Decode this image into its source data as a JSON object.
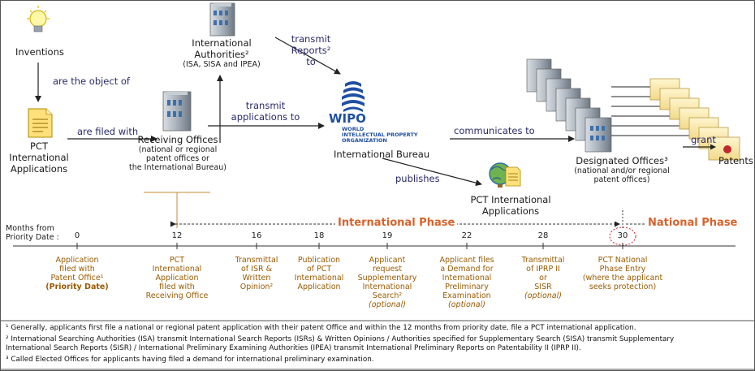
{
  "nodes": {
    "inventions": "Inventions",
    "pct_app": [
      "PCT",
      "International",
      "Applications"
    ],
    "authorities": [
      "International",
      "Authorities²",
      "(ISA, SISA and IPEA)"
    ],
    "receiving": [
      "Receiving Offices",
      "(national or regional",
      "patent offices or",
      "the International Bureau)"
    ],
    "wipo_logo": [
      "WIPO",
      "WORLD",
      "INTELLECTUAL PROPERTY",
      "ORGANIZATION"
    ],
    "bureau": "International Bureau",
    "pct_pub": [
      "PCT International",
      "Applications"
    ],
    "designated": [
      "Designated Offices³",
      "(national and/or regional",
      "patent offices)"
    ],
    "patents": "Patents"
  },
  "edges": {
    "object_of": "are the object of",
    "filed_with": "are filed with",
    "transmit_apps": [
      "transmit",
      "applications to"
    ],
    "transmit_reports": [
      "transmit",
      "Reports²",
      "to"
    ],
    "communicates": "communicates to",
    "publishes": "publishes",
    "grant": "grant"
  },
  "timeline": {
    "months_label": [
      "Months from",
      "Priority Date :"
    ],
    "international_phase": "International Phase",
    "national_phase": "National Phase",
    "ticks": [
      {
        "month": "0",
        "lines": [
          "Application",
          "filed with",
          "Patent Office¹"
        ],
        "bold": "(Priority Date)",
        "italic": ""
      },
      {
        "month": "12",
        "lines": [
          "PCT",
          "International",
          "Application",
          "filed with",
          "Receiving Office"
        ],
        "bold": "",
        "italic": ""
      },
      {
        "month": "16",
        "lines": [
          "Transmittal",
          "of ISR &",
          "Written",
          "Opinion²"
        ],
        "bold": "",
        "italic": ""
      },
      {
        "month": "18",
        "lines": [
          "Publication",
          "of PCT",
          "International",
          "Application"
        ],
        "bold": "",
        "italic": ""
      },
      {
        "month": "19",
        "lines": [
          "Applicant",
          "request",
          "Supplementary",
          "International",
          "Search²"
        ],
        "bold": "",
        "italic": "(optional)"
      },
      {
        "month": "22",
        "lines": [
          "Applicant files",
          "a Demand for",
          "International",
          "Preliminary",
          "Examination"
        ],
        "bold": "",
        "italic": "(optional)"
      },
      {
        "month": "28",
        "lines": [
          "Transmittal",
          "of IPRP II",
          "or",
          "SISR"
        ],
        "bold": "",
        "italic": "(optional)"
      },
      {
        "month": "30",
        "lines": [
          "PCT National",
          "Phase Entry",
          "(where the applicant",
          "seeks protection)"
        ],
        "bold": "",
        "italic": ""
      }
    ]
  },
  "footnotes": [
    "¹ Generally, applicants first file a national or regional patent application with their patent Office and within the 12 months from priority date, file a PCT international application.",
    "² International Searching Authorities (ISA) transmit International Search Reports (ISRs) & Written Opinions / Authorities specified for Supplementary Search (SISA) transmit Supplementary",
    "International Search Reports (SISR) / International Preliminary Examining Authorities (IPEA) transmit International Preliminary Reports on Patentability II (IPRP II).",
    "³ Called Elected Offices for applicants having filed a demand for international preliminary examination."
  ],
  "colors": {
    "accent": "#d9622b",
    "timeline_text": "#9a5a00",
    "wipo_blue": "#1f4fa3",
    "arrow": "#222222"
  }
}
